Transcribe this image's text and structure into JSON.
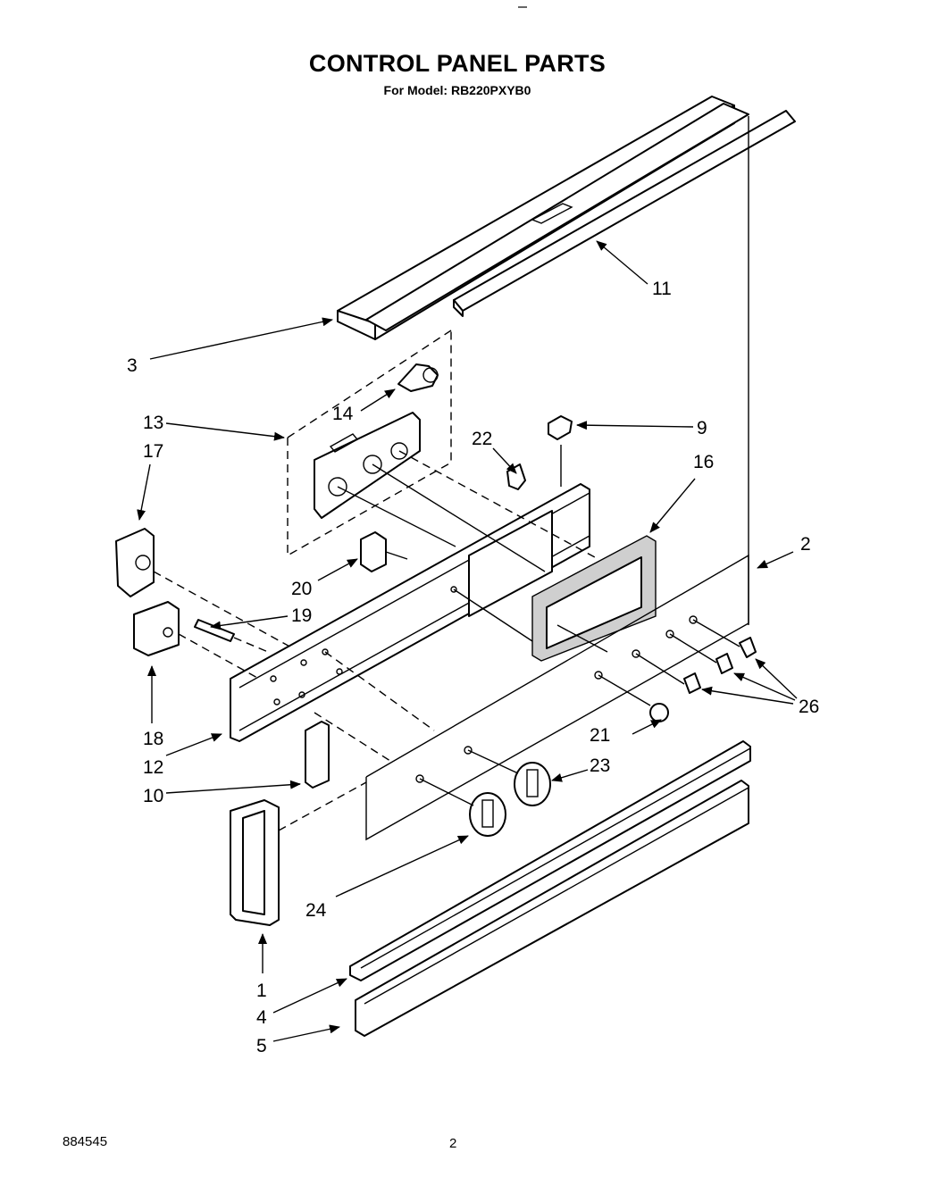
{
  "header": {
    "title": "CONTROL PANEL PARTS",
    "subtitle": "For Model: RB220PXYB0"
  },
  "footer": {
    "doc_number": "884545",
    "page_number": "2"
  },
  "callouts": {
    "c1": "1",
    "c2": "2",
    "c3": "3",
    "c4": "4",
    "c5": "5",
    "c9": "9",
    "c10": "10",
    "c11": "11",
    "c12": "12",
    "c13": "13",
    "c14": "14",
    "c16": "16",
    "c17": "17",
    "c18": "18",
    "c19": "19",
    "c20": "20",
    "c21": "21",
    "c22": "22",
    "c23": "23",
    "c24": "24",
    "c26": "26"
  }
}
